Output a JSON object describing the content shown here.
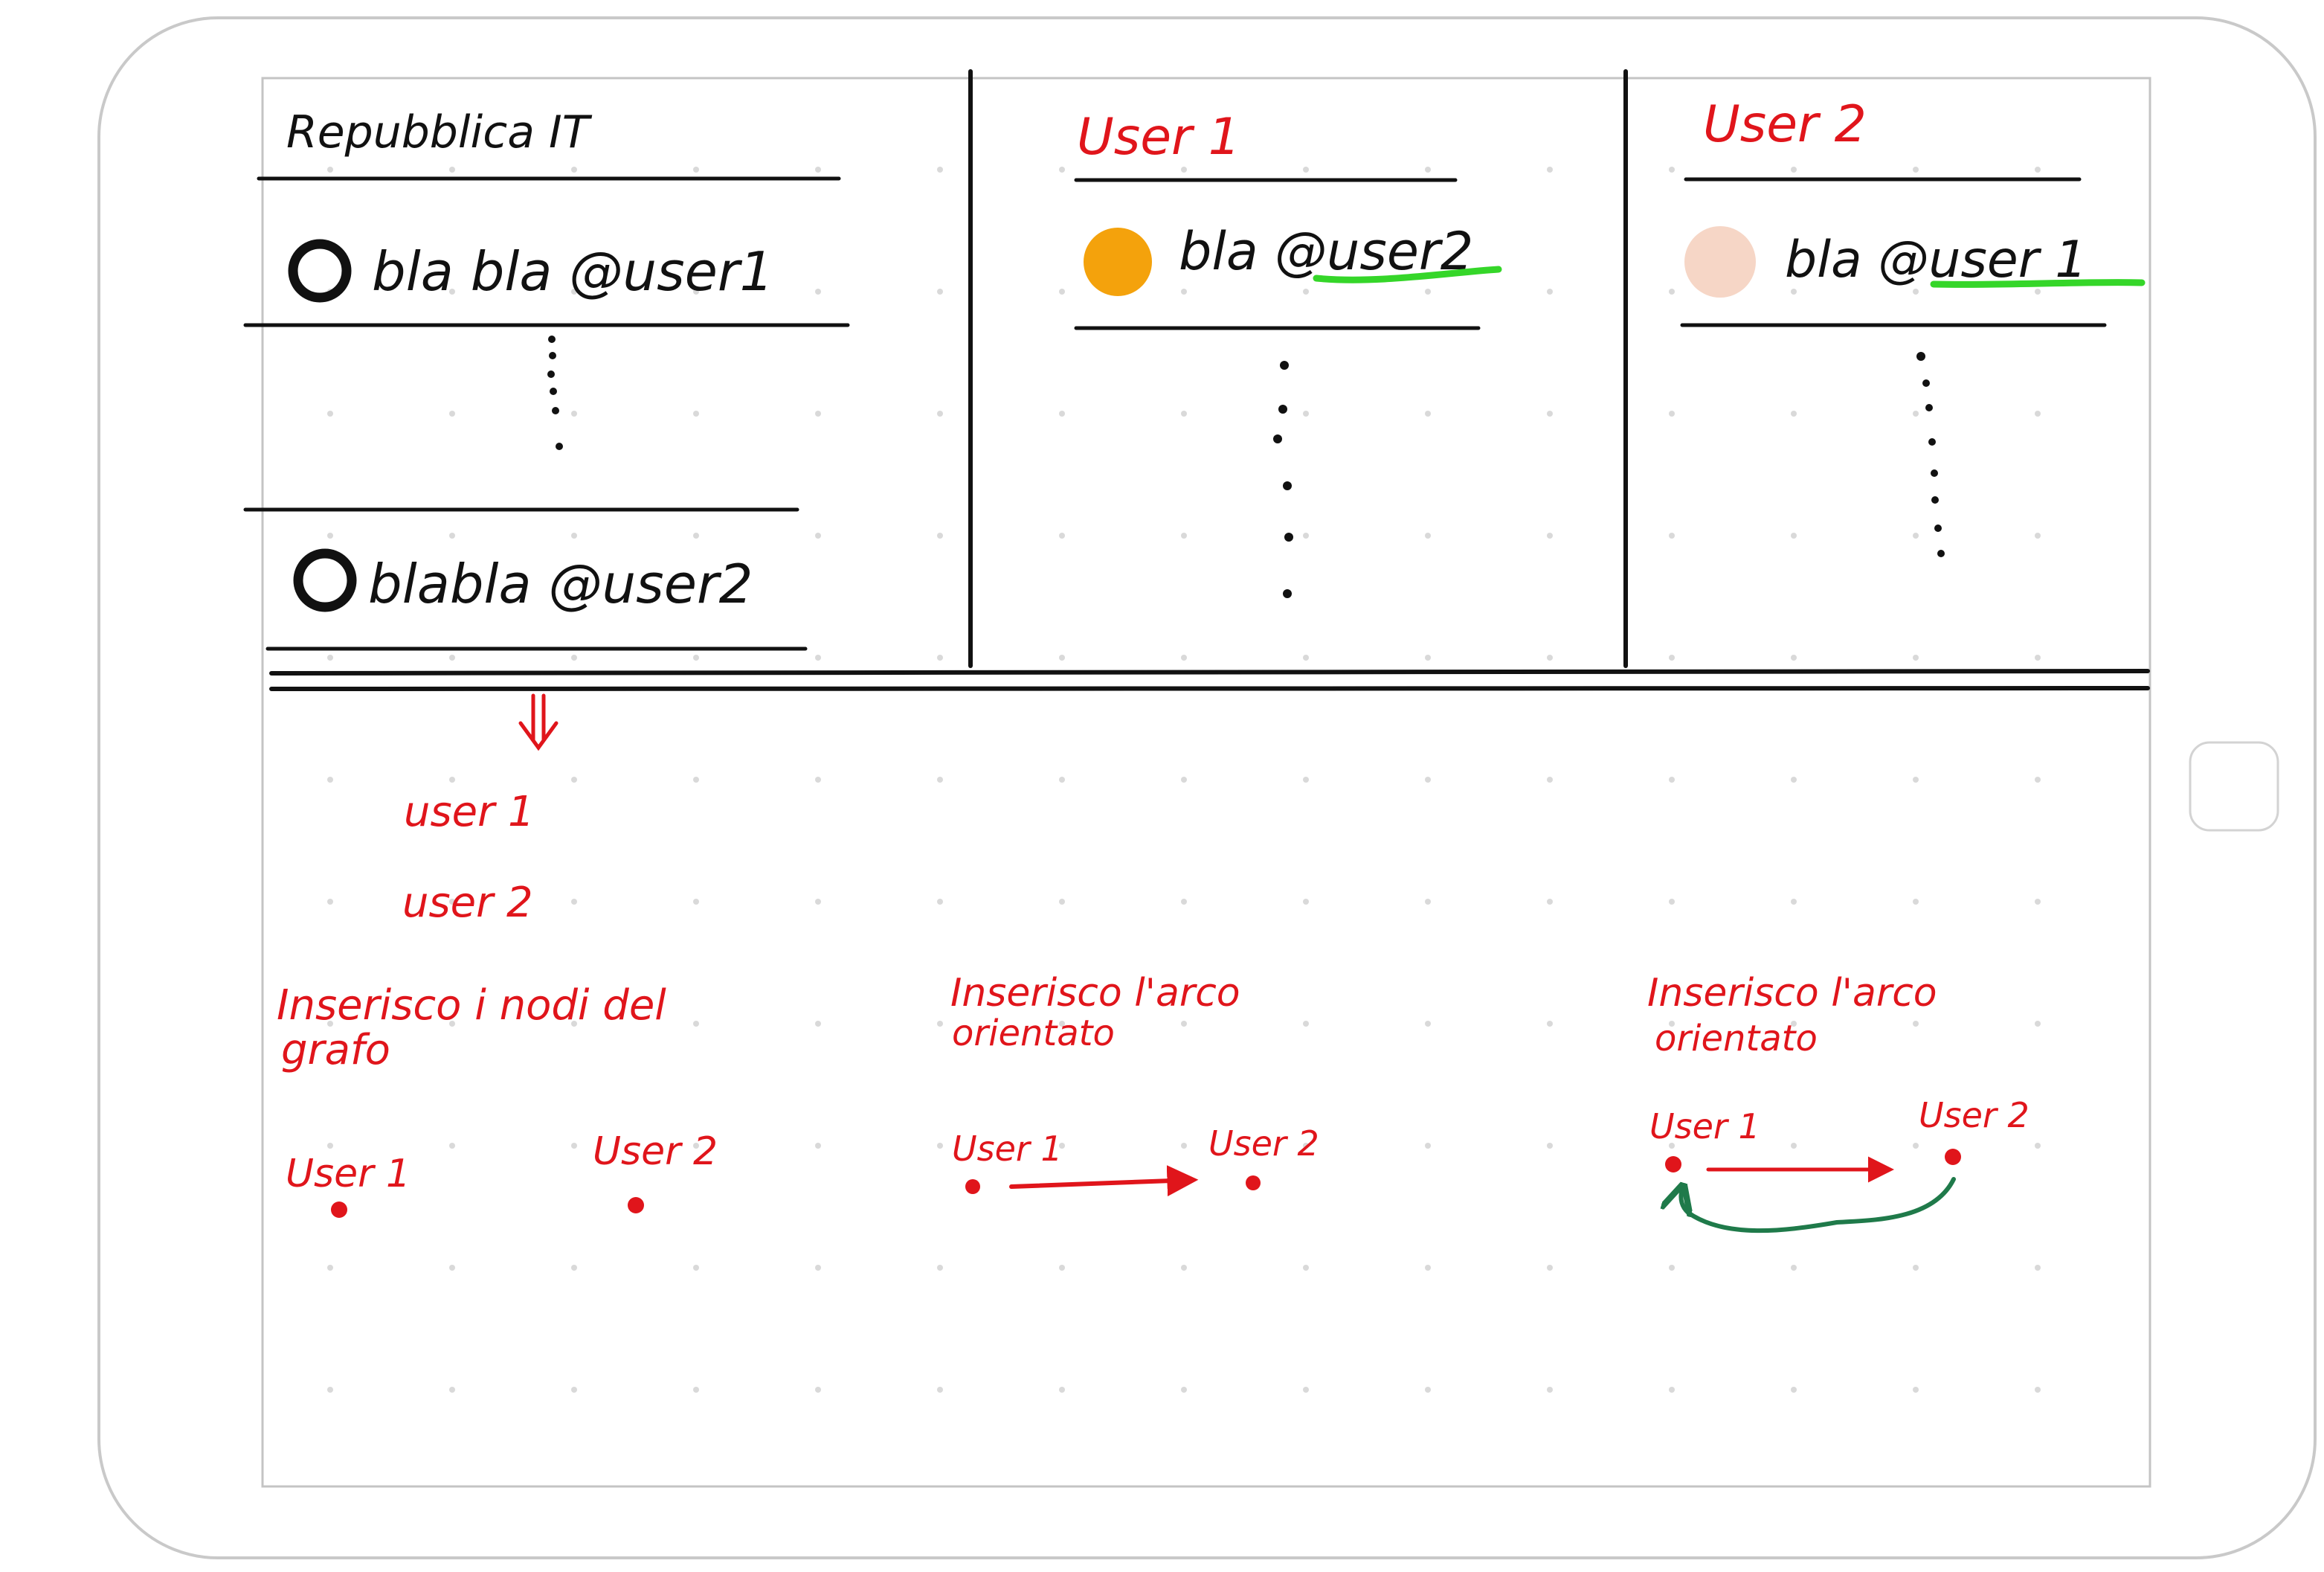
{
  "colors": {
    "ink": "#111111",
    "red": "#e0151b",
    "green_highlight": "#35d629",
    "dark_green": "#1f7a4a",
    "orange_avatar": "#f4a20c",
    "peach_avatar": "#f6d6c6",
    "device_frame": "#c9c9c9",
    "grid_dot": "#d9d9d9"
  },
  "icons": {
    "avatar_outline": "circle-outline-icon",
    "avatar_orange": "orange-avatar-icon",
    "avatar_peach": "peach-avatar-icon",
    "down_arrow": "double-arrow-down-icon",
    "home_button": "rounded-square-icon"
  },
  "columns": [
    {
      "title": "Repubblica IT",
      "tweets": [
        "bla bla @user1",
        "blabla @user2"
      ]
    },
    {
      "title": "User 1",
      "tweets": [
        "bla @user2"
      ]
    },
    {
      "title": "User 2",
      "tweets": [
        "bla @user 1"
      ]
    }
  ],
  "extracted_users": [
    "user 1",
    "user 2"
  ],
  "steps": [
    {
      "caption_line1": "Inserisco i nodi del",
      "caption_line2": "grafo",
      "node_a": "User 1",
      "node_b": "User 2"
    },
    {
      "caption_line1": "Inserisco l'arco",
      "caption_line2": "orientato",
      "node_a": "User 1",
      "node_b": "User 2"
    },
    {
      "caption_line1": "Inserisco l'arco",
      "caption_line2": "orientato",
      "node_a": "User 1",
      "node_b": "User 2"
    }
  ]
}
